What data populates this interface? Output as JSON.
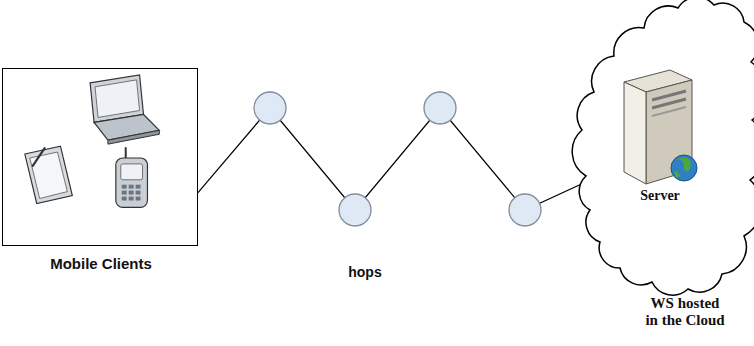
{
  "diagram": {
    "nodes": [
      {
        "text": [
          "Mobile Clients"
        ]
      },
      {
        "text": [
          "Server",
          "WS hosted in the Cloud"
        ]
      }
    ],
    "edges": [
      {
        "from": 0,
        "to": 1,
        "arrow": "none"
      }
    ],
    "labels": [
      "hops"
    ]
  }
}
